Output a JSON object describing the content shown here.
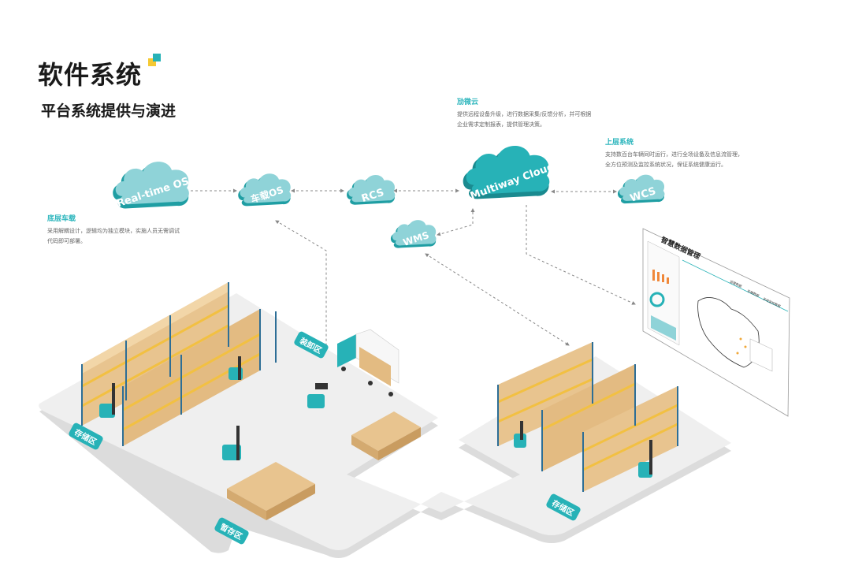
{
  "header": {
    "title": "软件系统",
    "subtitle": "平台系统提供与演进"
  },
  "colors": {
    "accent": "#27b2b7",
    "accent_dark": "#1f9ea3",
    "cloud_light": "#8fd3d8",
    "logo_yellow": "#f5c933",
    "logo_teal": "#27b2b7",
    "floor": "#eeeeee",
    "box": "#e8c48f",
    "rack_beam": "#f2c042",
    "rack_post": "#2d6e96"
  },
  "descriptions": {
    "cloud": {
      "heading": "劢微云",
      "lines": [
        "提供远程设备升级，进行数据采集/反馈分析，并可根据",
        "企业需求定制报表，提供管理决策。"
      ]
    },
    "upper": {
      "heading": "上层系统",
      "lines": [
        "支持数百台车辆同时运行，进行全场设备及信息流管理，",
        "全方位预测及监控系统状况，保证系统健康运行。"
      ]
    },
    "lower": {
      "heading": "底层车载",
      "lines": [
        "采用解耦设计，逻辑均为独立模块，实施人员无需调试",
        "代码即可部署。"
      ]
    }
  },
  "nodes": {
    "realtime_os": "Real-time OS",
    "vehicle_os": "车载OS",
    "rcs": "RCS",
    "multiway_cloud": "Multiway Cloud",
    "wcs": "WCS",
    "wms": "WMS"
  },
  "zones": {
    "storage_left": "存储区",
    "staging": "暂存区",
    "loading": "装卸区",
    "storage_right": "存储区"
  },
  "dashboard": {
    "title": "智慧数据管理",
    "tabs": [
      "运营数据",
      "车辆数据",
      "系统监控数据"
    ]
  }
}
